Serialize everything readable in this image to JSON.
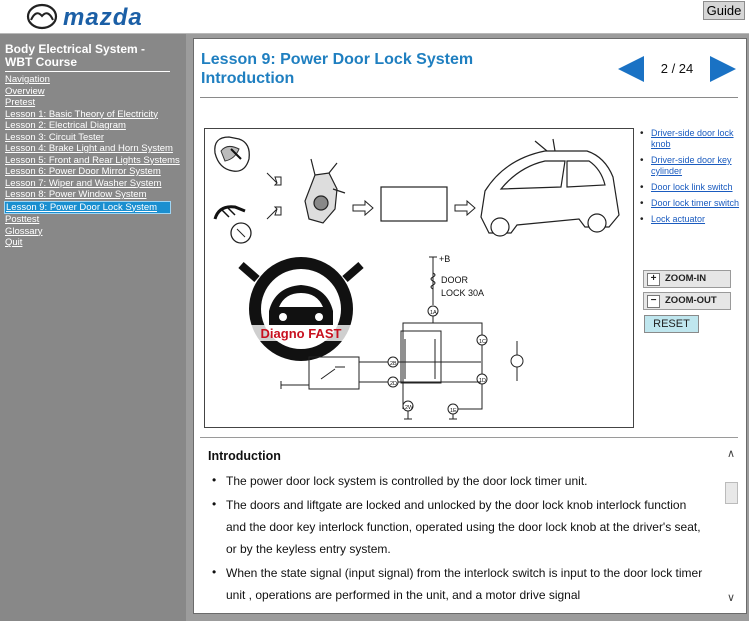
{
  "header": {
    "logo_text": "mazda",
    "guide_label": "Guide"
  },
  "nav": {
    "title": "Body Electrical System - WBT Course",
    "items": [
      {
        "label": "Navigation",
        "active": false
      },
      {
        "label": "Overview",
        "active": false
      },
      {
        "label": "Pretest",
        "active": false
      },
      {
        "label": "Lesson 1: Basic Theory of Electricity",
        "active": false
      },
      {
        "label": "Lesson 2: Electrical Diagram",
        "active": false
      },
      {
        "label": "Lesson 3: Circuit Tester",
        "active": false
      },
      {
        "label": "Lesson 4: Brake Light and Horn System",
        "active": false
      },
      {
        "label": "Lesson 5: Front and Rear Lights Systems",
        "active": false
      },
      {
        "label": "Lesson 6: Power Door Mirror System",
        "active": false
      },
      {
        "label": "Lesson 7: Wiper and Washer System",
        "active": false
      },
      {
        "label": "Lesson 8: Power Window System",
        "active": false
      },
      {
        "label": "Lesson 9: Power Door Lock System",
        "active": true
      },
      {
        "label": "Posttest",
        "active": false
      },
      {
        "label": "Glossary",
        "active": false
      },
      {
        "label": "Quit",
        "active": false
      }
    ]
  },
  "main": {
    "title": "Lesson 9: Power Door Lock System Introduction",
    "pager": {
      "text": "2 / 24"
    },
    "diagram": {
      "door_label": "DOOR",
      "fuse_label": "LOCK 30A",
      "plus_b": "+B",
      "watermark": "Diagno FAST",
      "pins": [
        "1A",
        "1C",
        "1D",
        "2B",
        "2D",
        "2W",
        "1E"
      ]
    },
    "side_links": [
      "Driver-side door lock knob",
      "Driver-side door key cylinder",
      "Door lock link switch",
      "Door lock timer switch",
      "Lock actuator"
    ],
    "zoom_in_label": "ZOOM-IN",
    "zoom_out_label": "ZOOM-OUT",
    "reset_label": "RESET",
    "intro": {
      "heading": "Introduction",
      "bullets": [
        "The power door lock system is controlled by the door lock timer unit.",
        "The doors and liftgate are locked and unlocked by the door lock knob interlock function and the door key interlock function, operated using the door lock knob at the driver's seat, or by the keyless entry system.",
        "When the state signal (input signal) from the interlock switch is input to the door lock timer unit , operations are performed in the unit, and a motor drive signal"
      ]
    }
  },
  "colors": {
    "accent": "#1f7fc0",
    "nav_bg": "#888888",
    "active_item": "#1a8fd0",
    "link": "#1a5bbf"
  }
}
